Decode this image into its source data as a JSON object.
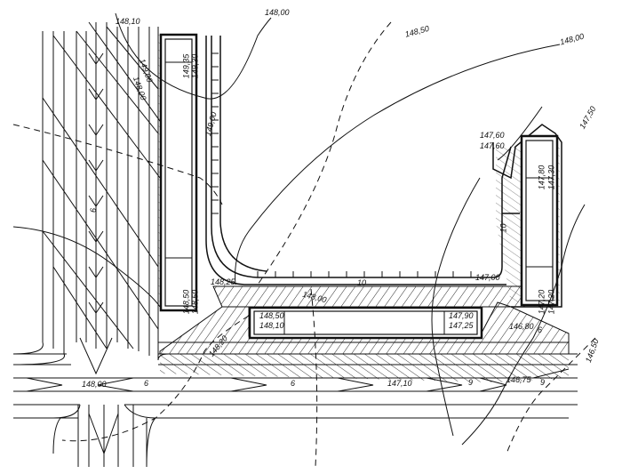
{
  "colors": {
    "ink": "#111111",
    "paper": "#ffffff"
  },
  "contours": {
    "c148_00": "148,00",
    "c148_50": "148,50",
    "c148_00_right": "148,00",
    "c147_50": "147,50",
    "c147_60": "147,60",
    "c146_50": "146,50",
    "c148_10": "148,10",
    "c148_00_left": "148,00"
  },
  "buildings": {
    "a": {
      "top": "149,35",
      "bottom": "149,30",
      "lower_top": "148,50",
      "lower_bottom": "148,50",
      "side": "149,00"
    },
    "b": {
      "left_top": "148,50",
      "left_bottom": "148,10",
      "right_top": "147,90",
      "right_bottom": "147,25"
    },
    "c": {
      "top": "147,80",
      "top2": "147,30",
      "bottom": "147,20",
      "bottom2": "147,20"
    }
  },
  "spot_levels": {
    "s1": "148,25",
    "s2": "148,00",
    "s3": "148,20",
    "s4": "148,00",
    "s5": "147,00",
    "s6": "146,80",
    "s7": "147,10",
    "s8": "146,75",
    "s9": "147,60",
    "s10": "149,00"
  },
  "slopes": {
    "p1": "6",
    "p2": "6",
    "p3": "10",
    "p4": "6",
    "p5": "9",
    "p6": "9",
    "p7": "10",
    "p8": "6"
  }
}
